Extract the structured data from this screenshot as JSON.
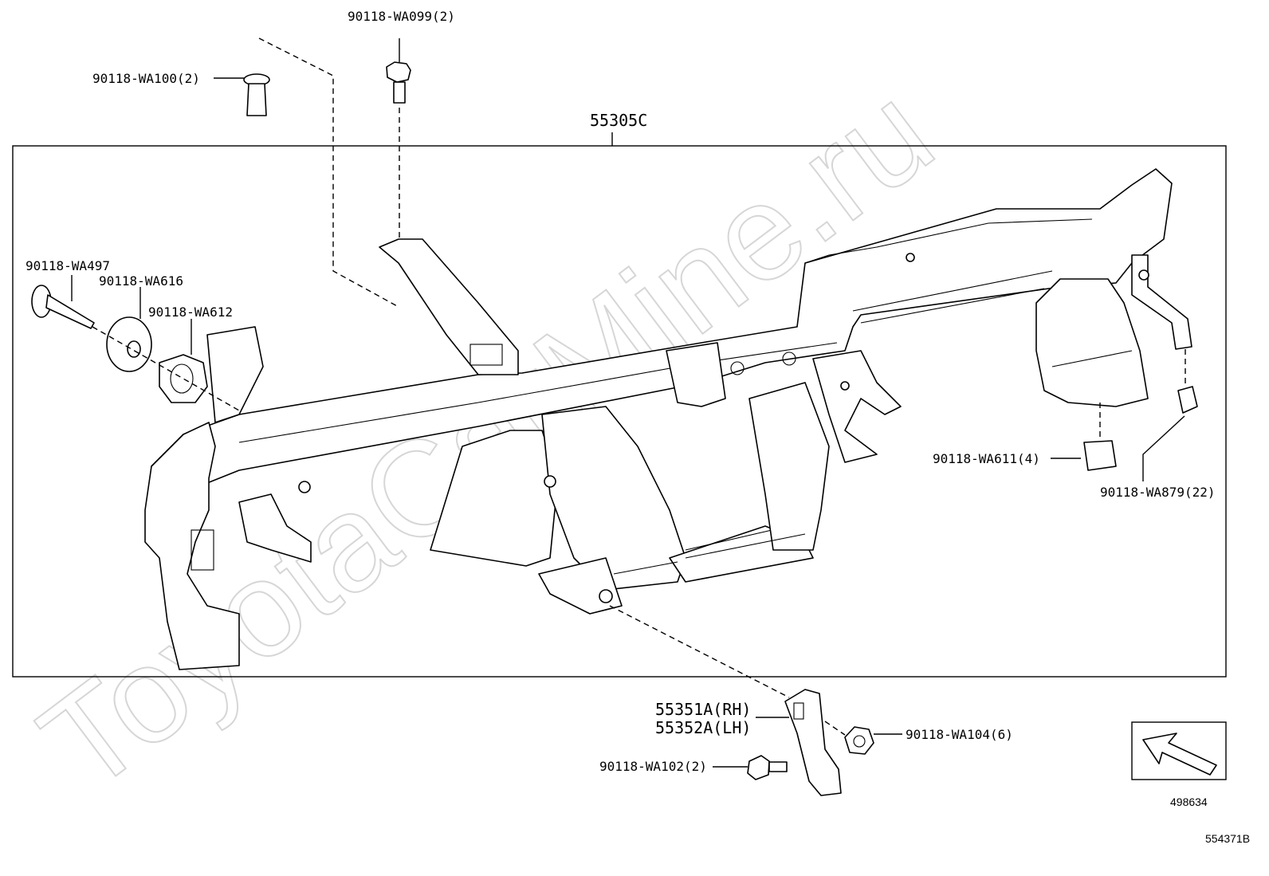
{
  "watermark": "ToyotaCarMine.ru",
  "assembly_label": "55305C",
  "callouts": {
    "wa099": "90118-WA099(2)",
    "wa100": "90118-WA100(2)",
    "wa497": "90118-WA497",
    "wa616": "90118-WA616",
    "wa612": "90118-WA612",
    "wa611": "90118-WA611(4)",
    "wa879": "90118-WA879(22)",
    "bracket_rh": "55351A(RH)",
    "bracket_lh": "55352A(LH)",
    "wa104": "90118-WA104(6)",
    "wa102": "90118-WA102(2)"
  },
  "direction_box_code": "498634",
  "diagram_code": "554371B"
}
